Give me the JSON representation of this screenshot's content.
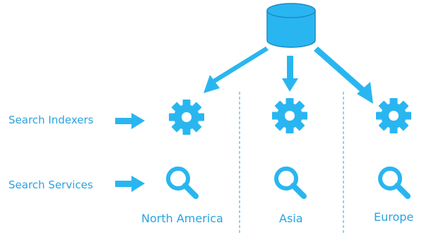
{
  "colors": {
    "accent": "#29b6f0",
    "database_fill": "#29b6f0",
    "database_stroke": "#1e88c8",
    "label_text": "#29a3e0",
    "divider": "#29a3e0",
    "background": "#ffffff"
  },
  "rows": {
    "indexers_label": "Search Indexers",
    "services_label": "Search Services"
  },
  "regions": [
    {
      "name": "North America"
    },
    {
      "name": "Asia"
    },
    {
      "name": "Europe"
    }
  ],
  "icons": {
    "source": "database-icon",
    "indexer": "gear-icon",
    "service": "search-icon",
    "flow": "arrow-icon"
  }
}
